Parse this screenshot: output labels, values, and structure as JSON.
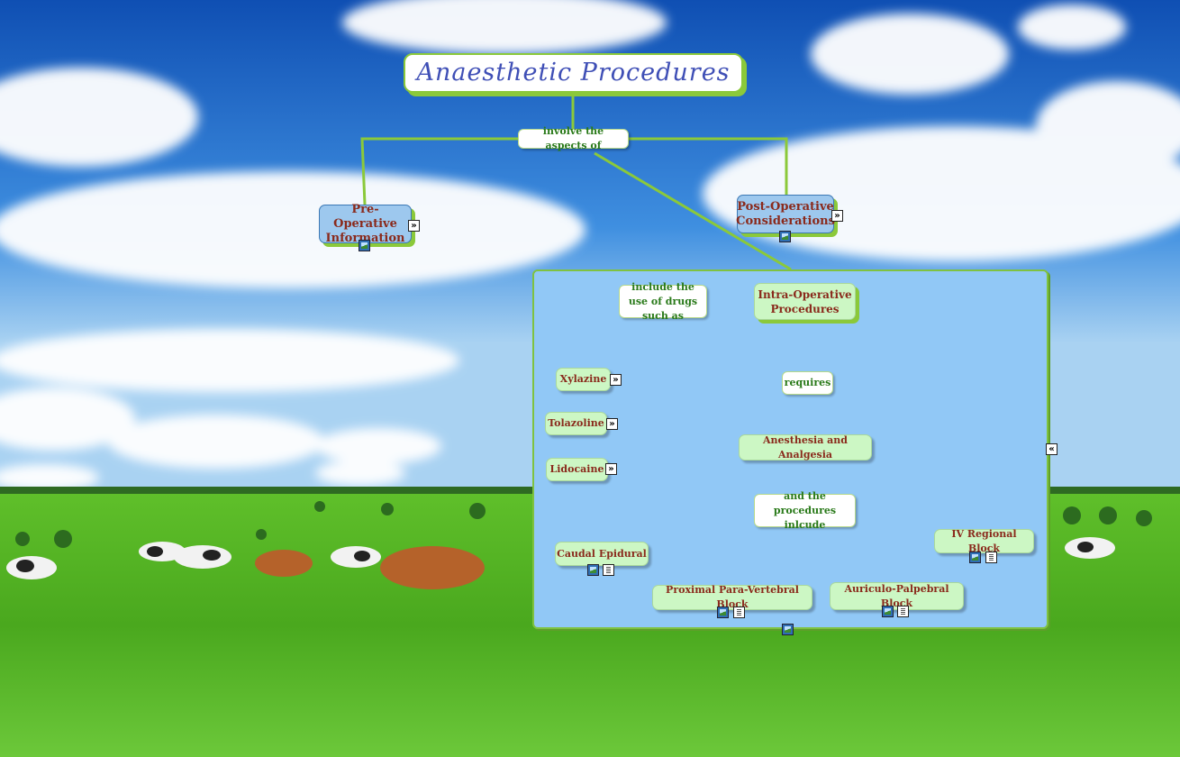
{
  "title": "Anaesthetic Procedures",
  "links": {
    "aspects": "involve the aspects of",
    "drugs": "include the use of drugs such as",
    "requires": "requires",
    "procedures": "and the procedures inlcude"
  },
  "nodes": {
    "pre_op": "Pre-Operative Information",
    "post_op": "Post-Operative Considerations",
    "intra_op": "Intra-Operative Procedures",
    "anesthesia": "Anesthesia and Analgesia"
  },
  "drugs": [
    "Xylazine",
    "Tolazoline",
    "Lidocaine"
  ],
  "procedures": [
    "Caudal Epidural",
    "IV Regional Block",
    "Proximal Para-Vertebral Block",
    "Auriculo-Palpebral Block"
  ],
  "icons": {
    "expand": "»",
    "collapse": "«",
    "image": "image-resource-icon",
    "document": "document-resource-icon"
  },
  "colors": {
    "title_text": "#3f4fb6",
    "connector_green": "#8bc93a",
    "arrow_green": "#0e7a1c",
    "node_blue": "#9dc8ee",
    "node_light_green": "#ccf7c4",
    "node_text": "#8a2a1c",
    "panel": "#91c8f6"
  }
}
